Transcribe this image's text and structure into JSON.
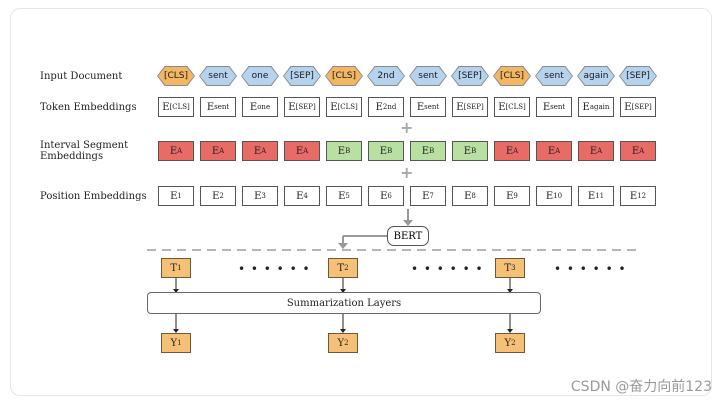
{
  "labels": {
    "input_document": "Input Document",
    "token_embeddings": "Token Embeddings",
    "interval_segment": "Interval Segment",
    "interval_segment_2": "Embeddings",
    "position_embeddings": "Position Embeddings"
  },
  "tokens": [
    "[CLS]",
    "sent",
    "one",
    "[SEP]",
    "[CLS]",
    "2nd",
    "sent",
    "[SEP]",
    "[CLS]",
    "sent",
    "again",
    "[SEP]"
  ],
  "token_emb_subs": [
    "[CLS]",
    "sent",
    "one",
    "[SEP]",
    "[CLS]",
    "2nd",
    "sent",
    "[SEP]",
    "[CLS]",
    "sent",
    "again",
    "[SEP]"
  ],
  "segment_subs": [
    "A",
    "A",
    "A",
    "A",
    "B",
    "B",
    "B",
    "B",
    "A",
    "A",
    "A",
    "A"
  ],
  "position_subs": [
    "1",
    "2",
    "3",
    "4",
    "5",
    "6",
    "7",
    "8",
    "9",
    "10",
    "11",
    "12"
  ],
  "base_letter": "E",
  "plus_symbol": "+",
  "bert_label": "BERT",
  "summ_label": "Summarization Layers",
  "t_nodes": [
    {
      "L": "T",
      "sub": "1"
    },
    {
      "L": "T",
      "sub": "2"
    },
    {
      "L": "T",
      "sub": "3"
    }
  ],
  "y_nodes": [
    {
      "L": "Y",
      "sub": "1"
    },
    {
      "L": "Y",
      "sub": "2"
    },
    {
      "L": "Y",
      "sub": "2"
    }
  ],
  "dots": "• • • • • •",
  "watermark": "CSDN @奋力向前123",
  "colors": {
    "cls": "#f3b663",
    "sent": "#b5d3ef",
    "segA": "#e96b66",
    "segB": "#b8e0a0",
    "tnode": "#f6c177"
  }
}
